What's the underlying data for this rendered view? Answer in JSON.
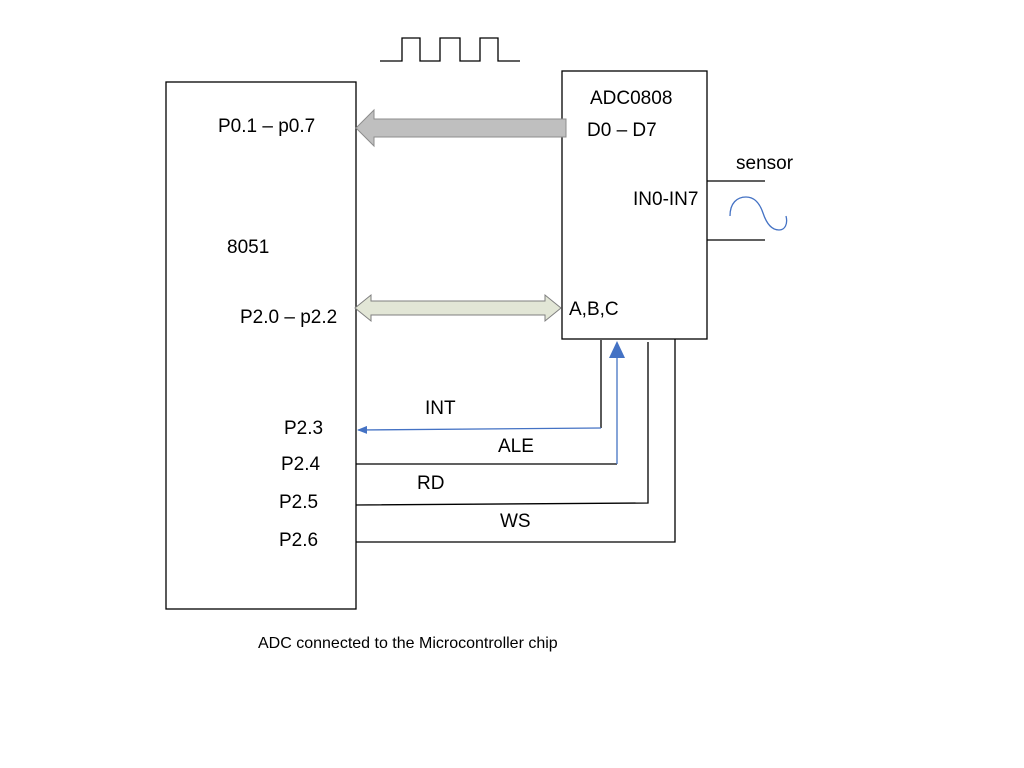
{
  "diagram": {
    "microcontroller": {
      "name": "8051",
      "port0_label": "P0.1 – p0.7",
      "port2_select_label": "P2.0 – p2.2",
      "pins": [
        "P2.3",
        "P2.4",
        "P2.5",
        "P2.6"
      ]
    },
    "adc": {
      "name": "ADC0808",
      "data_label": "D0 – D7",
      "input_label": "IN0-IN7",
      "select_label": "A,B,C"
    },
    "sensor_label": "sensor",
    "signals": {
      "int": "INT",
      "ale": "ALE",
      "rd": "RD",
      "ws": "WS"
    },
    "caption": "ADC connected to the Microcontroller chip",
    "colors": {
      "data_bus_fill": "#bfbfbf",
      "select_bus_fill": "#e2e6d6",
      "accent_blue": "#4472c4"
    },
    "icons": {
      "clock": "square-wave-icon",
      "sensor": "sine-wave-icon"
    }
  }
}
